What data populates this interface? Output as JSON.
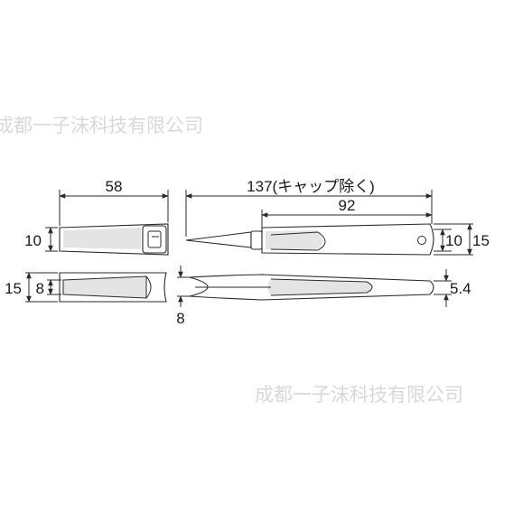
{
  "watermark": {
    "text": "成都一子沫科技有限公司"
  },
  "dimensions": {
    "cap_length": "58",
    "total_length": "137(キャップ除く)",
    "grip_length": "92",
    "cap_height": "10",
    "cap_width": "15",
    "cap_inner_width": "8",
    "body_height": "10",
    "body_total_height": "15",
    "tip_gap": "8",
    "body_thickness": "5.4"
  },
  "colors": {
    "line": "#2a2a2a",
    "shading": "#e4e4e4",
    "watermark": "#d9d9d9"
  }
}
